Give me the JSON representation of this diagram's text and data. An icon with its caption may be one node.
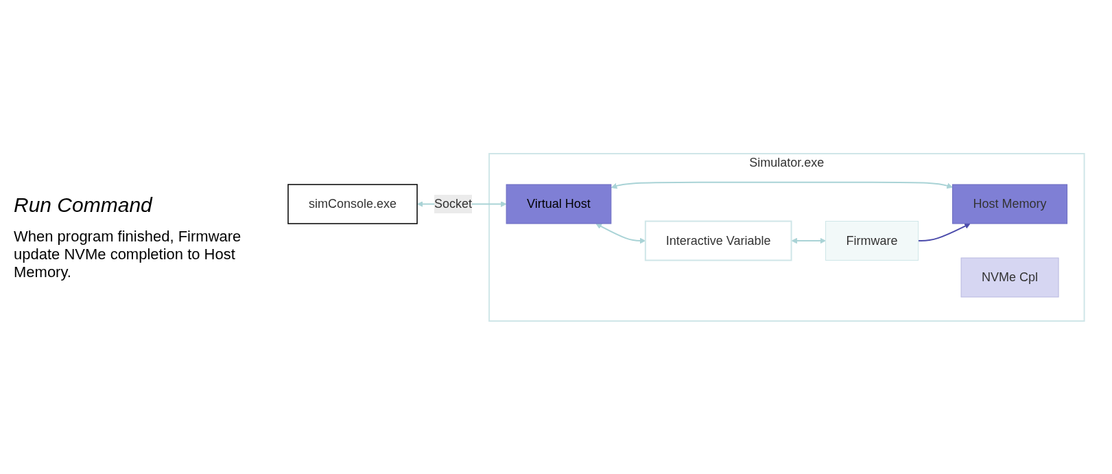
{
  "diagram": {
    "nodes": [
      {
        "text": [
          "Simulator.exe"
        ]
      },
      {
        "text": [
          "simConsole.exe"
        ]
      },
      {
        "text": [
          "Virtual Host"
        ],
        "in": 0
      },
      {
        "text": [
          "Interactive Variable"
        ],
        "in": 0
      },
      {
        "text": [
          "Firmware"
        ],
        "in": 0
      },
      {
        "text": [
          "Host Memory"
        ],
        "in": 0
      },
      {
        "text": [
          "NVMe Cpl"
        ],
        "in": 0
      }
    ],
    "edges": [
      {
        "from": 1,
        "to": 2,
        "arrow": "both",
        "label": "Socket"
      },
      {
        "from": 2,
        "to": 3,
        "arrow": "both"
      },
      {
        "from": 3,
        "to": 4,
        "arrow": "both"
      },
      {
        "from": 2,
        "to": 5,
        "arrow": "both"
      },
      {
        "from": 4,
        "to": 5,
        "arrow": "to",
        "color": "#4b4bab"
      }
    ],
    "labels": [
      "Run Command",
      "When program finished, Firmware update NVMe completion to Host Memory."
    ]
  }
}
